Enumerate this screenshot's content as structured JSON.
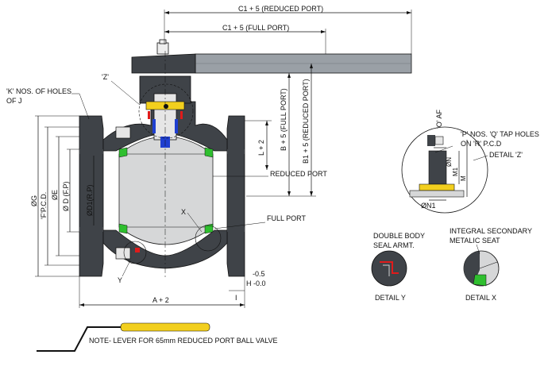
{
  "labels": {
    "c1_reduced": "C1 + 5 (REDUCED PORT)",
    "c1_full": "C1 + 5 (FULL PORT)",
    "b_full": "B + 5 (FULL PORT)",
    "b1_reduced": "B1 + 5 (REDUCED PORT)",
    "l": "L + 2",
    "reduced_port": "REDUCED PORT",
    "full_port": "FULL PORT",
    "k_holes_line1": "'K' NOS. OF HOLES",
    "k_holes_line2": "OF  J",
    "z_callout": "'Z'",
    "og": "ØG",
    "fpcd": "'F'P.C.D.",
    "oe": "ØE",
    "od": "Ø D (F.P)",
    "od1": "ØD1(R.P)",
    "x_callout": "X",
    "y_callout": "Y",
    "a": "A + 2",
    "tol_minus": "-0.5",
    "h_tol": "H -0.0",
    "i_mark": "I",
    "o_af": "'O' AF",
    "p_nos_line1": "'P' NOS. 'Q' TAP HOLES",
    "p_nos_line2": "ON 'R' P.C.D",
    "detail_z": "DETAIL 'Z'",
    "on": "ØN",
    "m1": "M1",
    "m": "M",
    "on1": "ØN1",
    "double_body_line1": "DOUBLE BODY",
    "double_body_line2": "SEAL ARMT.",
    "detail_y": "DETAIL Y",
    "integral_line1": "INTEGRAL SECONDARY",
    "integral_line2": "METALIC SEAT",
    "detail_x": "DETAIL X",
    "note": "NOTE- LEVER FOR 65mm REDUCED PORT BALL VALVE"
  },
  "colors": {
    "body": "#3f4348",
    "ball": "#d6d7d8",
    "seat": "#2fbf2f",
    "seal": "#e01b1b",
    "bolt": "#1f3fd0",
    "lever_note": "#f2cf1e"
  }
}
